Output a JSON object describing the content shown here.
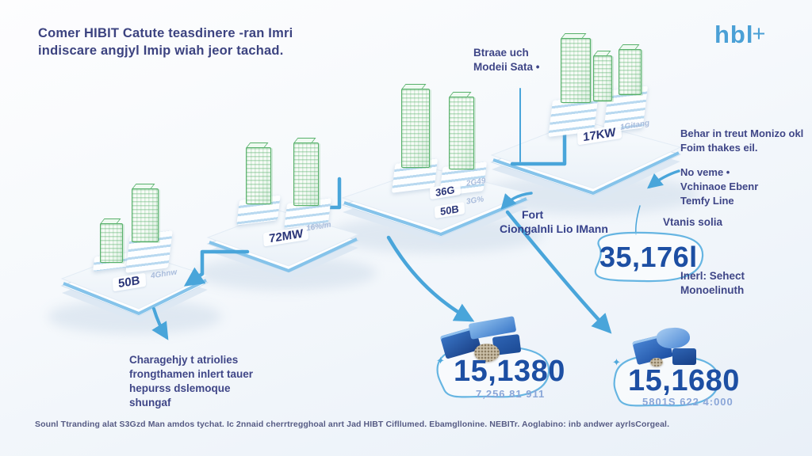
{
  "header": {
    "title_line1": "Comer HIBIT Catute teasdinere -ran Imri",
    "title_line2": "indiscare angjyl Imip wiah jeor tachad.",
    "logo_text": "hbl",
    "logo_plus": "+"
  },
  "platforms": [
    {
      "label": "50B",
      "faint": "4Ghnw"
    },
    {
      "label": "72MW",
      "faint": "16%/m"
    },
    {
      "label": "36G",
      "faint": "2G49",
      "label2": "50B",
      "faint2": "3G%"
    },
    {
      "label": "17KW",
      "faint": "1Gitang"
    }
  ],
  "annotations": {
    "storage_line1": "Btraae uch",
    "storage_line2": "Modeii Sata •",
    "behar_line1": "Behar in treut Monizo okl",
    "behar_line2": "Foim thakes eil.",
    "noveme_line1": "No veme •",
    "noveme_line2": "Vchinaoe Ebenr",
    "noveme_line3": "Temfy Line",
    "vtanis": "Vtanis solia",
    "inerl_line1": "Inerl: Sehect",
    "inerl_line2": "Monoelinuth",
    "fort_line1": "Fort",
    "fort_line2": "Ciongalnli Lio IMann",
    "charage_line1": "Charagehjy t atriolies",
    "charage_line2": "frongthamen inlert tauer",
    "charage_line3": "hepurss dslemoque",
    "charage_line4": "shungaf"
  },
  "stats": {
    "main_value": "35,176l",
    "stat1_value": "15,1380",
    "stat1_sub": "7,256 81 911",
    "stat2_value": "15,1680",
    "stat2_sub": "5801S 622 4:000"
  },
  "icons": {
    "sparkle": "✦"
  },
  "colors": {
    "accent_blue": "#4fa8dc",
    "deep_blue": "#1d4fa3",
    "indigo_text": "#3f4687",
    "building_green": "#57b06a"
  },
  "footer": {
    "source": "Sounl Ttranding alat S3Gzd Man amdos tychat. Ic 2nnaid cherrtregghoal anrt Jad HIBT Cifllumed. Ebamgllonine. NEBITr. Aoglabino: inb andwer ayrlsCorgeal."
  }
}
